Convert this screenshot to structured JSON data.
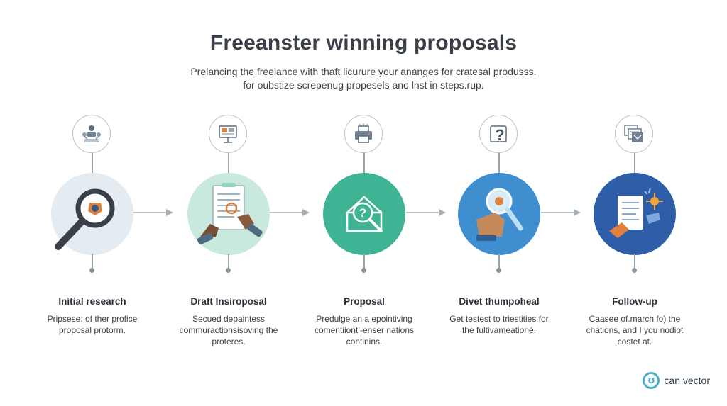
{
  "header": {
    "title": "Freeanster winning proposals",
    "subtitle_line1": "Prelancing the freelance with thaft licurure your ananges for cratesal produsss.",
    "subtitle_line2": "for oubstize screpenug propesels ano lnst in steps.rup."
  },
  "steps": [
    {
      "title": "Initial research",
      "desc_line1": "Pripsese: of ther profice",
      "desc_line2": "proposal protorm.",
      "desc_line3": "",
      "small_icon": "people-network-icon",
      "big_icon": "magnifier-icon",
      "color": "#e4ebf1"
    },
    {
      "title": "Draft Insiroposal",
      "desc_line1": "Secued depaintess",
      "desc_line2": "commuractionsisoving the",
      "desc_line3": "proteres.",
      "small_icon": "presentation-board-icon",
      "big_icon": "document-hands-icon",
      "color": "#c9e8de"
    },
    {
      "title": "Proposal",
      "desc_line1": "Predulge an a epointiving",
      "desc_line2": "comentiiont’-enser nations",
      "desc_line3": "continins.",
      "small_icon": "printer-icon",
      "big_icon": "proposal-search-icon",
      "color": "#3fb494"
    },
    {
      "title": "Divet thumpoheal",
      "desc_line1": "Get testest to triestities for",
      "desc_line2": "the fultivameationé.",
      "desc_line3": "",
      "small_icon": "question-icon",
      "big_icon": "magnifier-hand-icon",
      "color": "#3f8fd0"
    },
    {
      "title": "Follow-up",
      "desc_line1": "Caasee of.march fo) the",
      "desc_line2": "chations, and I you nodiot",
      "desc_line3": "costet at.",
      "small_icon": "documents-stack-icon",
      "big_icon": "document-sparkle-icon",
      "color": "#2f5ea8"
    }
  ],
  "brand": {
    "name": "can vector",
    "mark": "℧"
  }
}
